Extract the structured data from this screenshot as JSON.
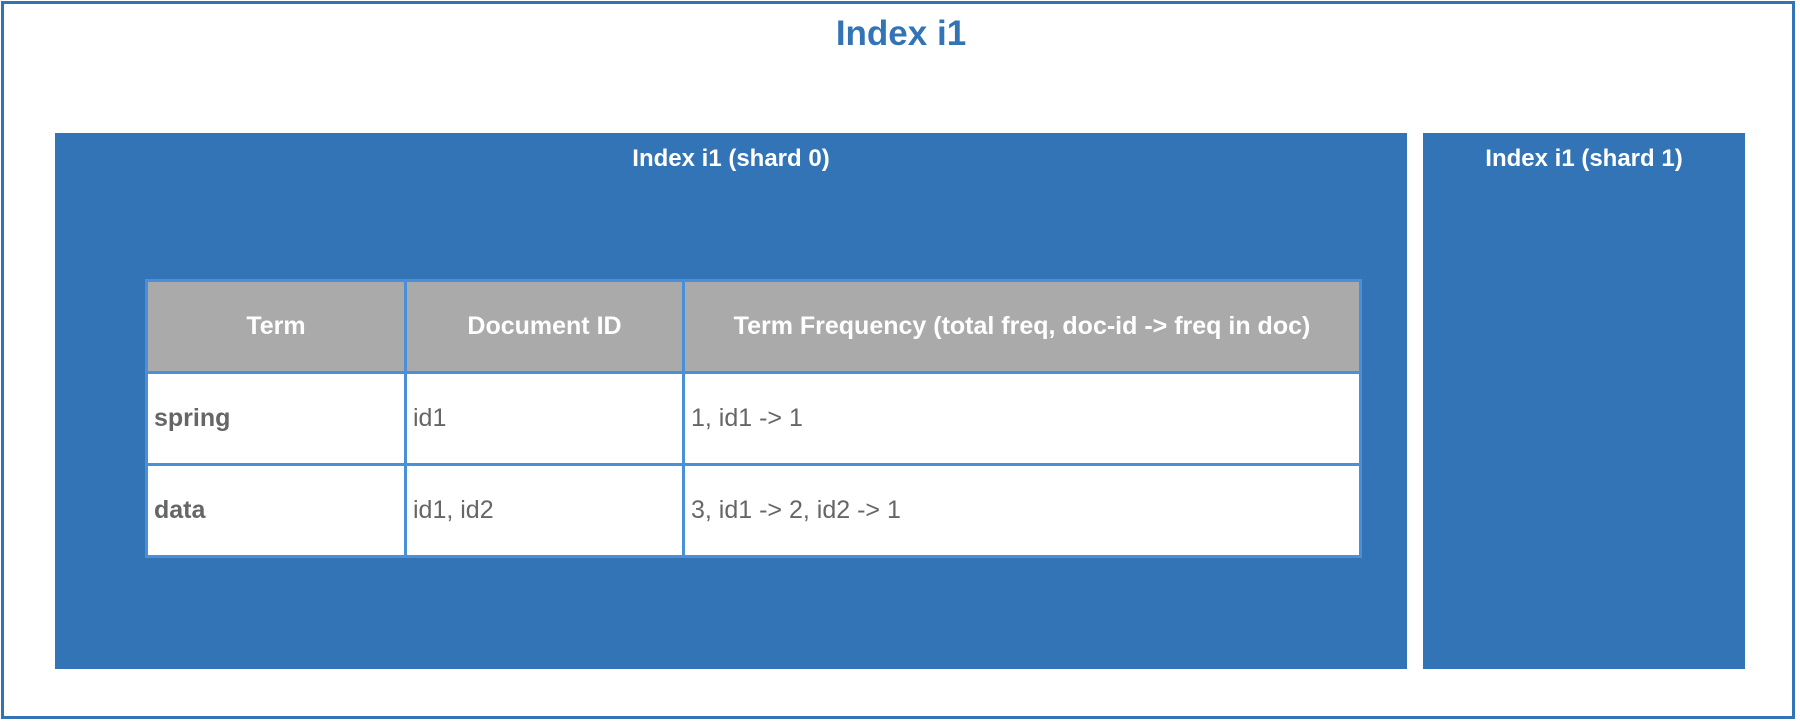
{
  "diagram": {
    "index_title": "Index i1",
    "shards": [
      {
        "title": "Index i1 (shard 0)"
      },
      {
        "title": "Index i1 (shard 1)"
      }
    ],
    "table": {
      "headers": [
        "Term",
        "Document ID",
        "Term Frequency (total freq, doc-id -> freq in doc)"
      ],
      "rows": [
        {
          "term": "spring",
          "document_id": "id1",
          "term_frequency": "1, id1 -> 1"
        },
        {
          "term": "data",
          "document_id": "id1, id2",
          "term_frequency": "3, id1 -> 2, id2 -> 1"
        }
      ]
    },
    "colors": {
      "primary_blue": "#3374b6",
      "table_border": "#4a90d9",
      "header_gray": "#aaaaaa",
      "cell_text": "#666666"
    }
  }
}
